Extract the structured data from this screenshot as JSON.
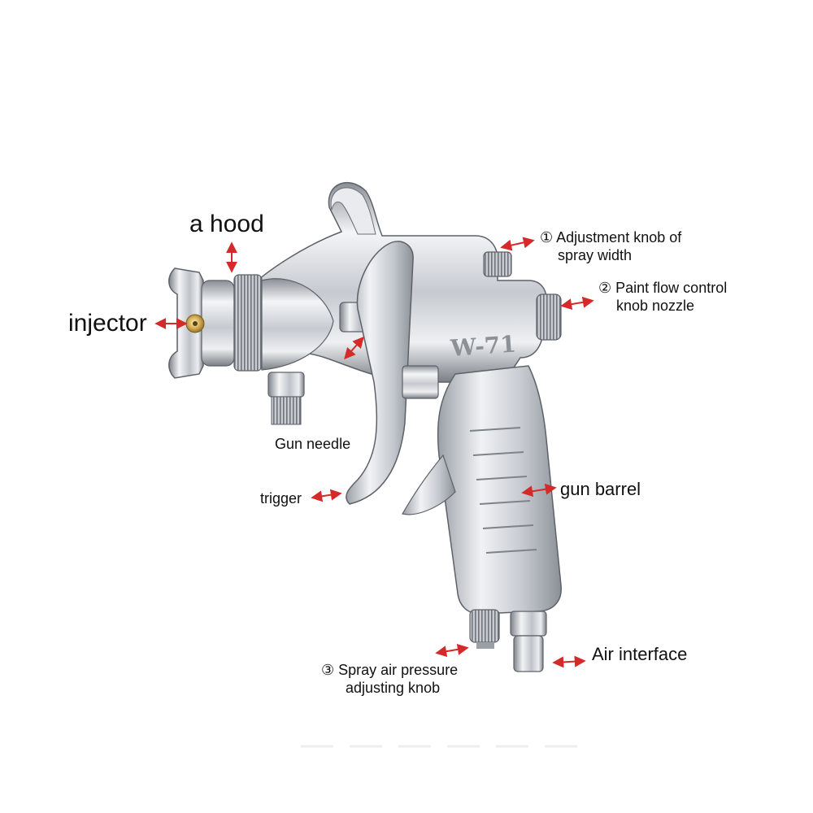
{
  "gun_model": "W-71",
  "labels": {
    "hood": "a hood",
    "injector": "injector",
    "knob1_line1": "① Adjustment knob of",
    "knob1_line2": "spray width",
    "knob2_line1": "② Paint flow control",
    "knob2_line2": "knob nozzle",
    "gun_needle": "Gun needle",
    "trigger": "trigger",
    "gun_barrel": "gun barrel",
    "air_interface": "Air interface",
    "knob3_line1": "③  Spray air pressure",
    "knob3_line2": "adjusting knob"
  },
  "colors": {
    "arrow": "#d42a2a",
    "text": "#111111",
    "metal_light": "#f2f3f5",
    "metal_mid": "#c3c7cc",
    "metal_dark": "#6d727a",
    "brass": "#c9a24a"
  }
}
